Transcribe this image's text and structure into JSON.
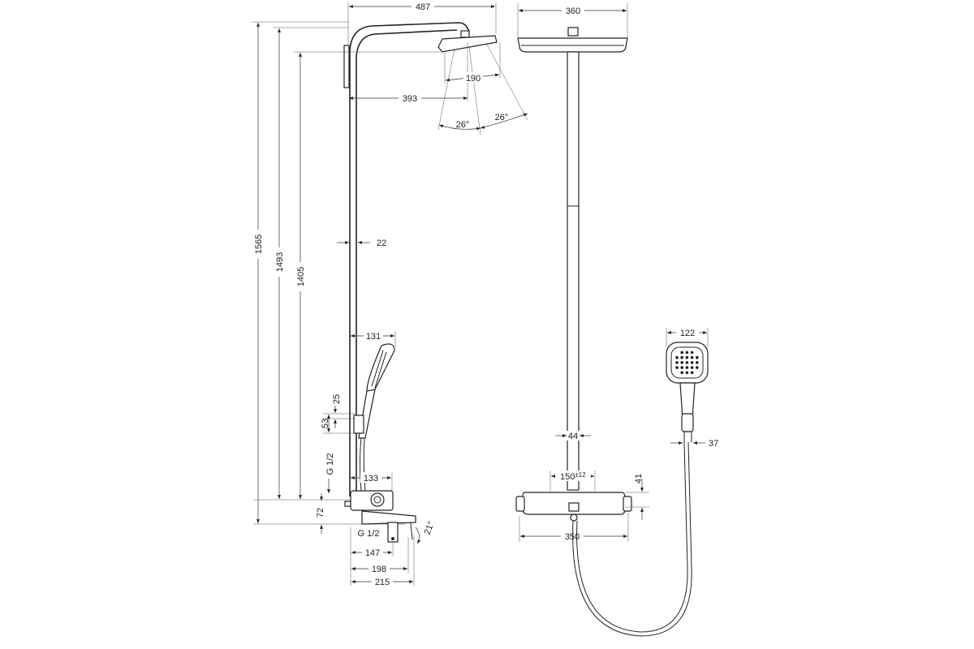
{
  "side_view": {
    "head_reach": "487",
    "head_width": "190",
    "head_center_offset": "393",
    "tilt_left": "26°",
    "tilt_right": "26°",
    "total_height": "1565",
    "arm_height": "1493",
    "head_height": "1405",
    "pipe_width": "22",
    "handshower_width": "131",
    "holder_gap": "25",
    "holder_height": "53",
    "connection_top": "G 1/2",
    "thermostat_depth": "133",
    "inlet_height": "72",
    "connection_bottom": "G 1/2",
    "spout_angle": "21°",
    "spout_147": "147",
    "spout_198": "198",
    "spout_215": "215"
  },
  "front_view": {
    "head_width": "360",
    "pipe_width": "44",
    "centers": "150",
    "centers_tolerance": "±12",
    "thermostat_height": "41",
    "thermostat_width": "350"
  },
  "handshower_view": {
    "head_width": "122",
    "handle_width": "37"
  }
}
